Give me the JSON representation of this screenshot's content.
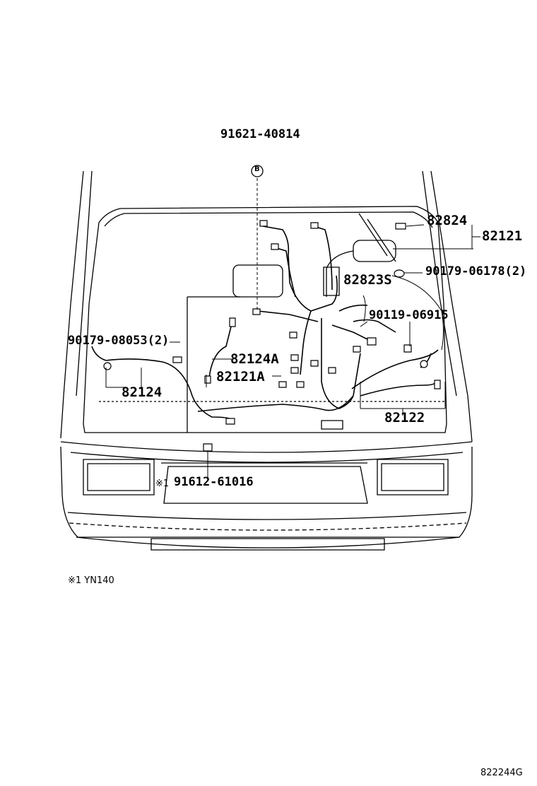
{
  "labels": {
    "p91621": "91621-40814",
    "ref_b": "B",
    "p82824": "82824",
    "p82121": "82121",
    "p82823s": "82823S",
    "p90179_06178": "90179-06178(2)",
    "p90119": "90119-06915",
    "p90179_08053": "90179-08053(2)",
    "p82124a": "82124A",
    "p82121a": "82121A",
    "p82124": "82124",
    "p82122": "82122",
    "p91612": "91612-61016",
    "note_mark": "※1",
    "footnote": "※1 YN140",
    "diagram_code": "822244G"
  }
}
